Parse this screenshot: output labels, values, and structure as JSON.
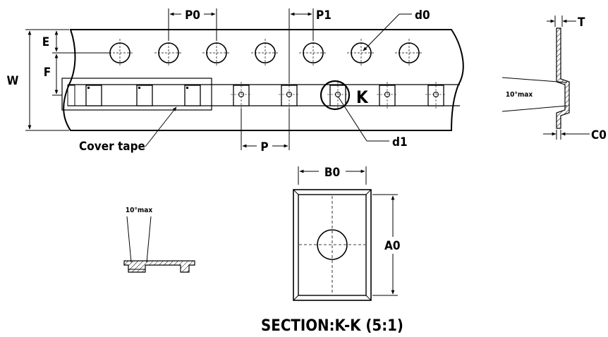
{
  "labels": {
    "p0": "P0",
    "p1": "P1",
    "d0": "d0",
    "d1": "d1",
    "e": "E",
    "f": "F",
    "w": "W",
    "k": "K",
    "p": "P",
    "t": "T",
    "c0": "C0",
    "b0": "B0",
    "a0": "A0",
    "cover_tape": "Cover tape",
    "angle_right": "10°max",
    "angle_left": "10°max",
    "section": "SECTION:K-K (5:1)"
  },
  "colors": {
    "line": "#000000",
    "background": "#ffffff"
  }
}
